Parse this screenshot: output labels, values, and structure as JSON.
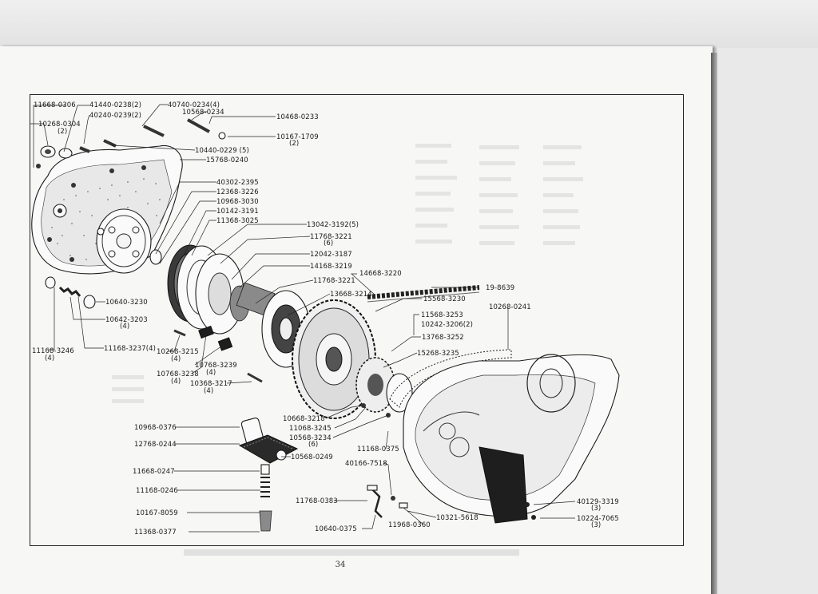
{
  "page_number": "34",
  "labels": [
    {
      "id": "l1",
      "text": "11668-0306",
      "sub": ""
    },
    {
      "id": "l2",
      "text": "41440-0238(2)",
      "sub": ""
    },
    {
      "id": "l3",
      "text": "40240-0239(2)",
      "sub": ""
    },
    {
      "id": "l4",
      "text": "10268-0304",
      "sub": "(2)"
    },
    {
      "id": "l5",
      "text": "40740-0234(4)",
      "sub": ""
    },
    {
      "id": "l6",
      "text": "10568-0234",
      "sub": ""
    },
    {
      "id": "l7",
      "text": "10468-0233",
      "sub": ""
    },
    {
      "id": "l8",
      "text": "10167-1709",
      "sub": "(2)"
    },
    {
      "id": "l9",
      "text": "10440-0229 (5)",
      "sub": ""
    },
    {
      "id": "l10",
      "text": "15768-0240",
      "sub": ""
    },
    {
      "id": "l11",
      "text": "40302-2395",
      "sub": ""
    },
    {
      "id": "l12",
      "text": "12368-3226",
      "sub": ""
    },
    {
      "id": "l13",
      "text": "10968-3030",
      "sub": ""
    },
    {
      "id": "l14",
      "text": "10142-3191",
      "sub": ""
    },
    {
      "id": "l15",
      "text": "11368-3025",
      "sub": ""
    },
    {
      "id": "l16",
      "text": "13042-3192(5)",
      "sub": ""
    },
    {
      "id": "l17",
      "text": "11768-3221",
      "sub": "(6)"
    },
    {
      "id": "l18",
      "text": "12042-3187",
      "sub": ""
    },
    {
      "id": "l19",
      "text": "14168-3219",
      "sub": ""
    },
    {
      "id": "l20",
      "text": "14668-3220",
      "sub": ""
    },
    {
      "id": "l21",
      "text": "11768-3221",
      "sub": ""
    },
    {
      "id": "l22",
      "text": "19-8639",
      "sub": ""
    },
    {
      "id": "l23",
      "text": "13668-3214",
      "sub": ""
    },
    {
      "id": "l24",
      "text": "15568-3230",
      "sub": ""
    },
    {
      "id": "l25",
      "text": "10268-0241",
      "sub": ""
    },
    {
      "id": "l26",
      "text": "11568-3253",
      "sub": ""
    },
    {
      "id": "l27",
      "text": "10242-3206(2)",
      "sub": ""
    },
    {
      "id": "l28",
      "text": "13768-3252",
      "sub": ""
    },
    {
      "id": "l29",
      "text": "15268-3235",
      "sub": ""
    },
    {
      "id": "l30",
      "text": "10640-3230",
      "sub": ""
    },
    {
      "id": "l31",
      "text": "10642-3203",
      "sub": "(4)"
    },
    {
      "id": "l32",
      "text": "11168-3246",
      "sub": "(4)"
    },
    {
      "id": "l33",
      "text": "11168-3237(4)",
      "sub": ""
    },
    {
      "id": "l34",
      "text": "10268-3215",
      "sub": "(4)"
    },
    {
      "id": "l35",
      "text": "10768-3239",
      "sub": "(4)"
    },
    {
      "id": "l36",
      "text": "10768-3238",
      "sub": "(4)"
    },
    {
      "id": "l37",
      "text": "10368-3217",
      "sub": "(4)"
    },
    {
      "id": "l38",
      "text": "10968-0376",
      "sub": ""
    },
    {
      "id": "l39",
      "text": "10668-3218",
      "sub": ""
    },
    {
      "id": "l40",
      "text": "11068-3245",
      "sub": ""
    },
    {
      "id": "l41",
      "text": "10568-3234",
      "sub": "(6)"
    },
    {
      "id": "l42",
      "text": "12768-0244",
      "sub": ""
    },
    {
      "id": "l43",
      "text": "10568-0249",
      "sub": ""
    },
    {
      "id": "l44",
      "text": "11168-0375",
      "sub": ""
    },
    {
      "id": "l45",
      "text": "40166-7518",
      "sub": ""
    },
    {
      "id": "l46",
      "text": "11668-0247",
      "sub": ""
    },
    {
      "id": "l47",
      "text": "11168-0246",
      "sub": ""
    },
    {
      "id": "l48",
      "text": "11768-0383",
      "sub": ""
    },
    {
      "id": "l49",
      "text": "10167-8059",
      "sub": ""
    },
    {
      "id": "l50",
      "text": "10321-5618",
      "sub": ""
    },
    {
      "id": "l51",
      "text": "11968-0360",
      "sub": ""
    },
    {
      "id": "l52",
      "text": "10640-0375",
      "sub": ""
    },
    {
      "id": "l53",
      "text": "11368-0377",
      "sub": ""
    },
    {
      "id": "l54",
      "text": "40129-3319",
      "sub": "(3)"
    },
    {
      "id": "l55",
      "text": "10224-7065",
      "sub": "(3)"
    }
  ]
}
